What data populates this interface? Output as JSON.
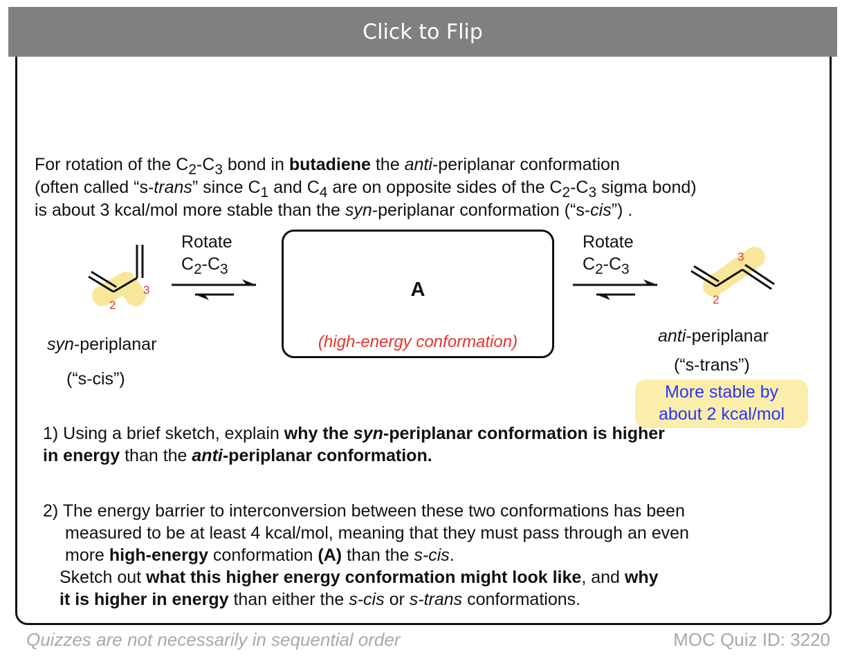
{
  "flip_bar": {
    "label": "Click to Flip"
  },
  "intro": {
    "line1_a": "For rotation of the C",
    "line1_sub2": "2",
    "line1_b": "-C",
    "line1_sub3": "3",
    "line1_c": " bond in ",
    "line1_bold": "butadiene",
    "line1_d": " the ",
    "line1_ital": "anti",
    "line1_e": "-periplanar conformation",
    "line2_a": "(often called “s-",
    "line2_ital": "trans",
    "line2_b": "” since C",
    "line2_sub1": "1",
    "line2_c": " and C",
    "line2_sub4": "4",
    "line2_d": " are on opposite sides of the C",
    "line2_sub2": "2",
    "line2_e": "-C",
    "line2_sub3": "3",
    "line2_f": " sigma bond)",
    "line3_a": " is about 3 kcal/mol more stable than the ",
    "line3_ital": "syn",
    "line3_b": "-periplanar conformation (“s-",
    "line3_ital2": "cis",
    "line3_c": "”) ."
  },
  "diagram": {
    "rotate_left": "Rotate",
    "c2c3_left_a": "C",
    "c2c3_left_sub2": "2",
    "c2c3_left_b": "-C",
    "c2c3_left_sub3": "3",
    "rotate_right": "Rotate",
    "c2c3_right_a": "C",
    "c2c3_right_sub2": "2",
    "c2c3_right_b": "-C",
    "c2c3_right_sub3": "3",
    "syn_ital": "syn",
    "syn_rest": "-periplanar",
    "s_cis": "(“s-cis”)",
    "anti_ital": "anti",
    "anti_rest": "-periplanar",
    "s_trans": "(“s-trans”)",
    "box_label": "A",
    "box_sub": "(high-energy conformation)",
    "left_num2": "2",
    "left_num3": "3",
    "right_num2": "2",
    "right_num3": "3",
    "stable_line1": "More stable by",
    "stable_line2": "about 2 kcal/mol"
  },
  "question1": {
    "a": "1) Using a brief sketch, explain ",
    "b1": "why the ",
    "b_ital": "syn",
    "b2": "-periplanar conformation is higher in energy",
    "c": " than the ",
    "d_ital": "anti",
    "d2": "-periplanar conformation."
  },
  "question2": {
    "l1": "2) The energy barrier to interconversion between these two conformations has been",
    "l2": "measured to be at least 4 kcal/mol, meaning that they must pass through an even",
    "l3_a": "more ",
    "l3_bold": "high-energy",
    "l3_b": " conformation ",
    "l3_bold2": "(A)",
    "l3_c": "  than the ",
    "l3_ital": "s-cis",
    "l3_d": ".",
    "l4_a": "Sketch out ",
    "l4_bold": "what this higher energy conformation might look like",
    "l4_b": ", and ",
    "l4_bold2": "why",
    "l5_bold": "it is higher in energy",
    "l5_a": " than either the ",
    "l5_ital": "s-cis",
    "l5_b": " or ",
    "l5_ital2": "s-trans",
    "l5_c": " conformations."
  },
  "footer": {
    "left": "Quizzes are not necessarily in sequential order",
    "right": "MOC Quiz ID: 3220"
  },
  "colors": {
    "red": "#e3342f",
    "blue": "#2a33ff",
    "highlight": "#fbeeaa",
    "bar": "#808080"
  }
}
